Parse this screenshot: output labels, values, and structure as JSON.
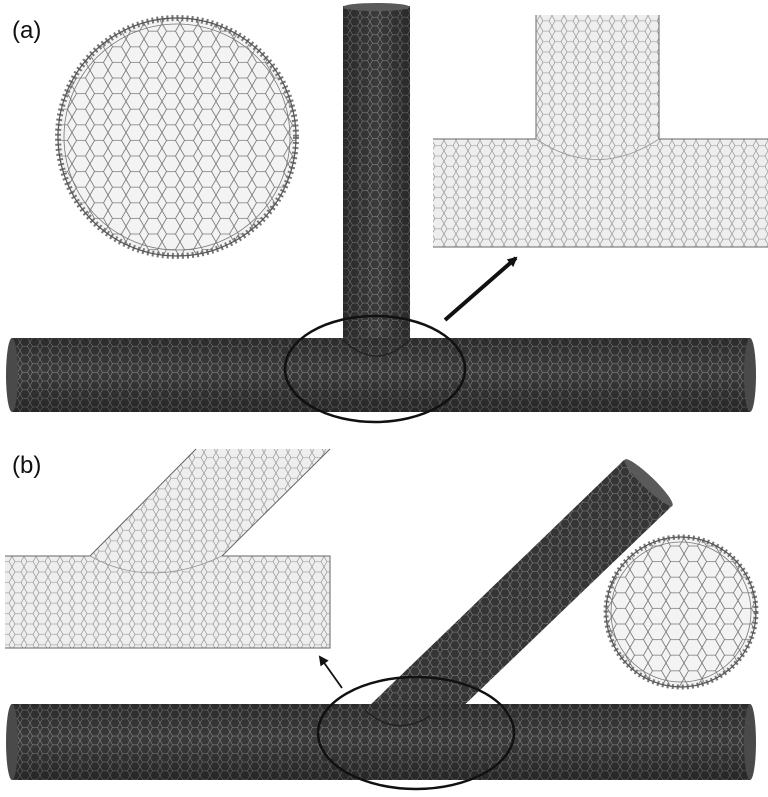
{
  "figure": {
    "panels": [
      {
        "id": "a",
        "label": "(a)",
        "junction": "perpendicular"
      },
      {
        "id": "b",
        "label": "(b)",
        "junction": "oblique"
      }
    ]
  },
  "colors": {
    "mesh_dark": "#3a3a3a",
    "mesh_light": "#eeeeee",
    "mesh_line": "#777777",
    "annotation": "#111111"
  }
}
